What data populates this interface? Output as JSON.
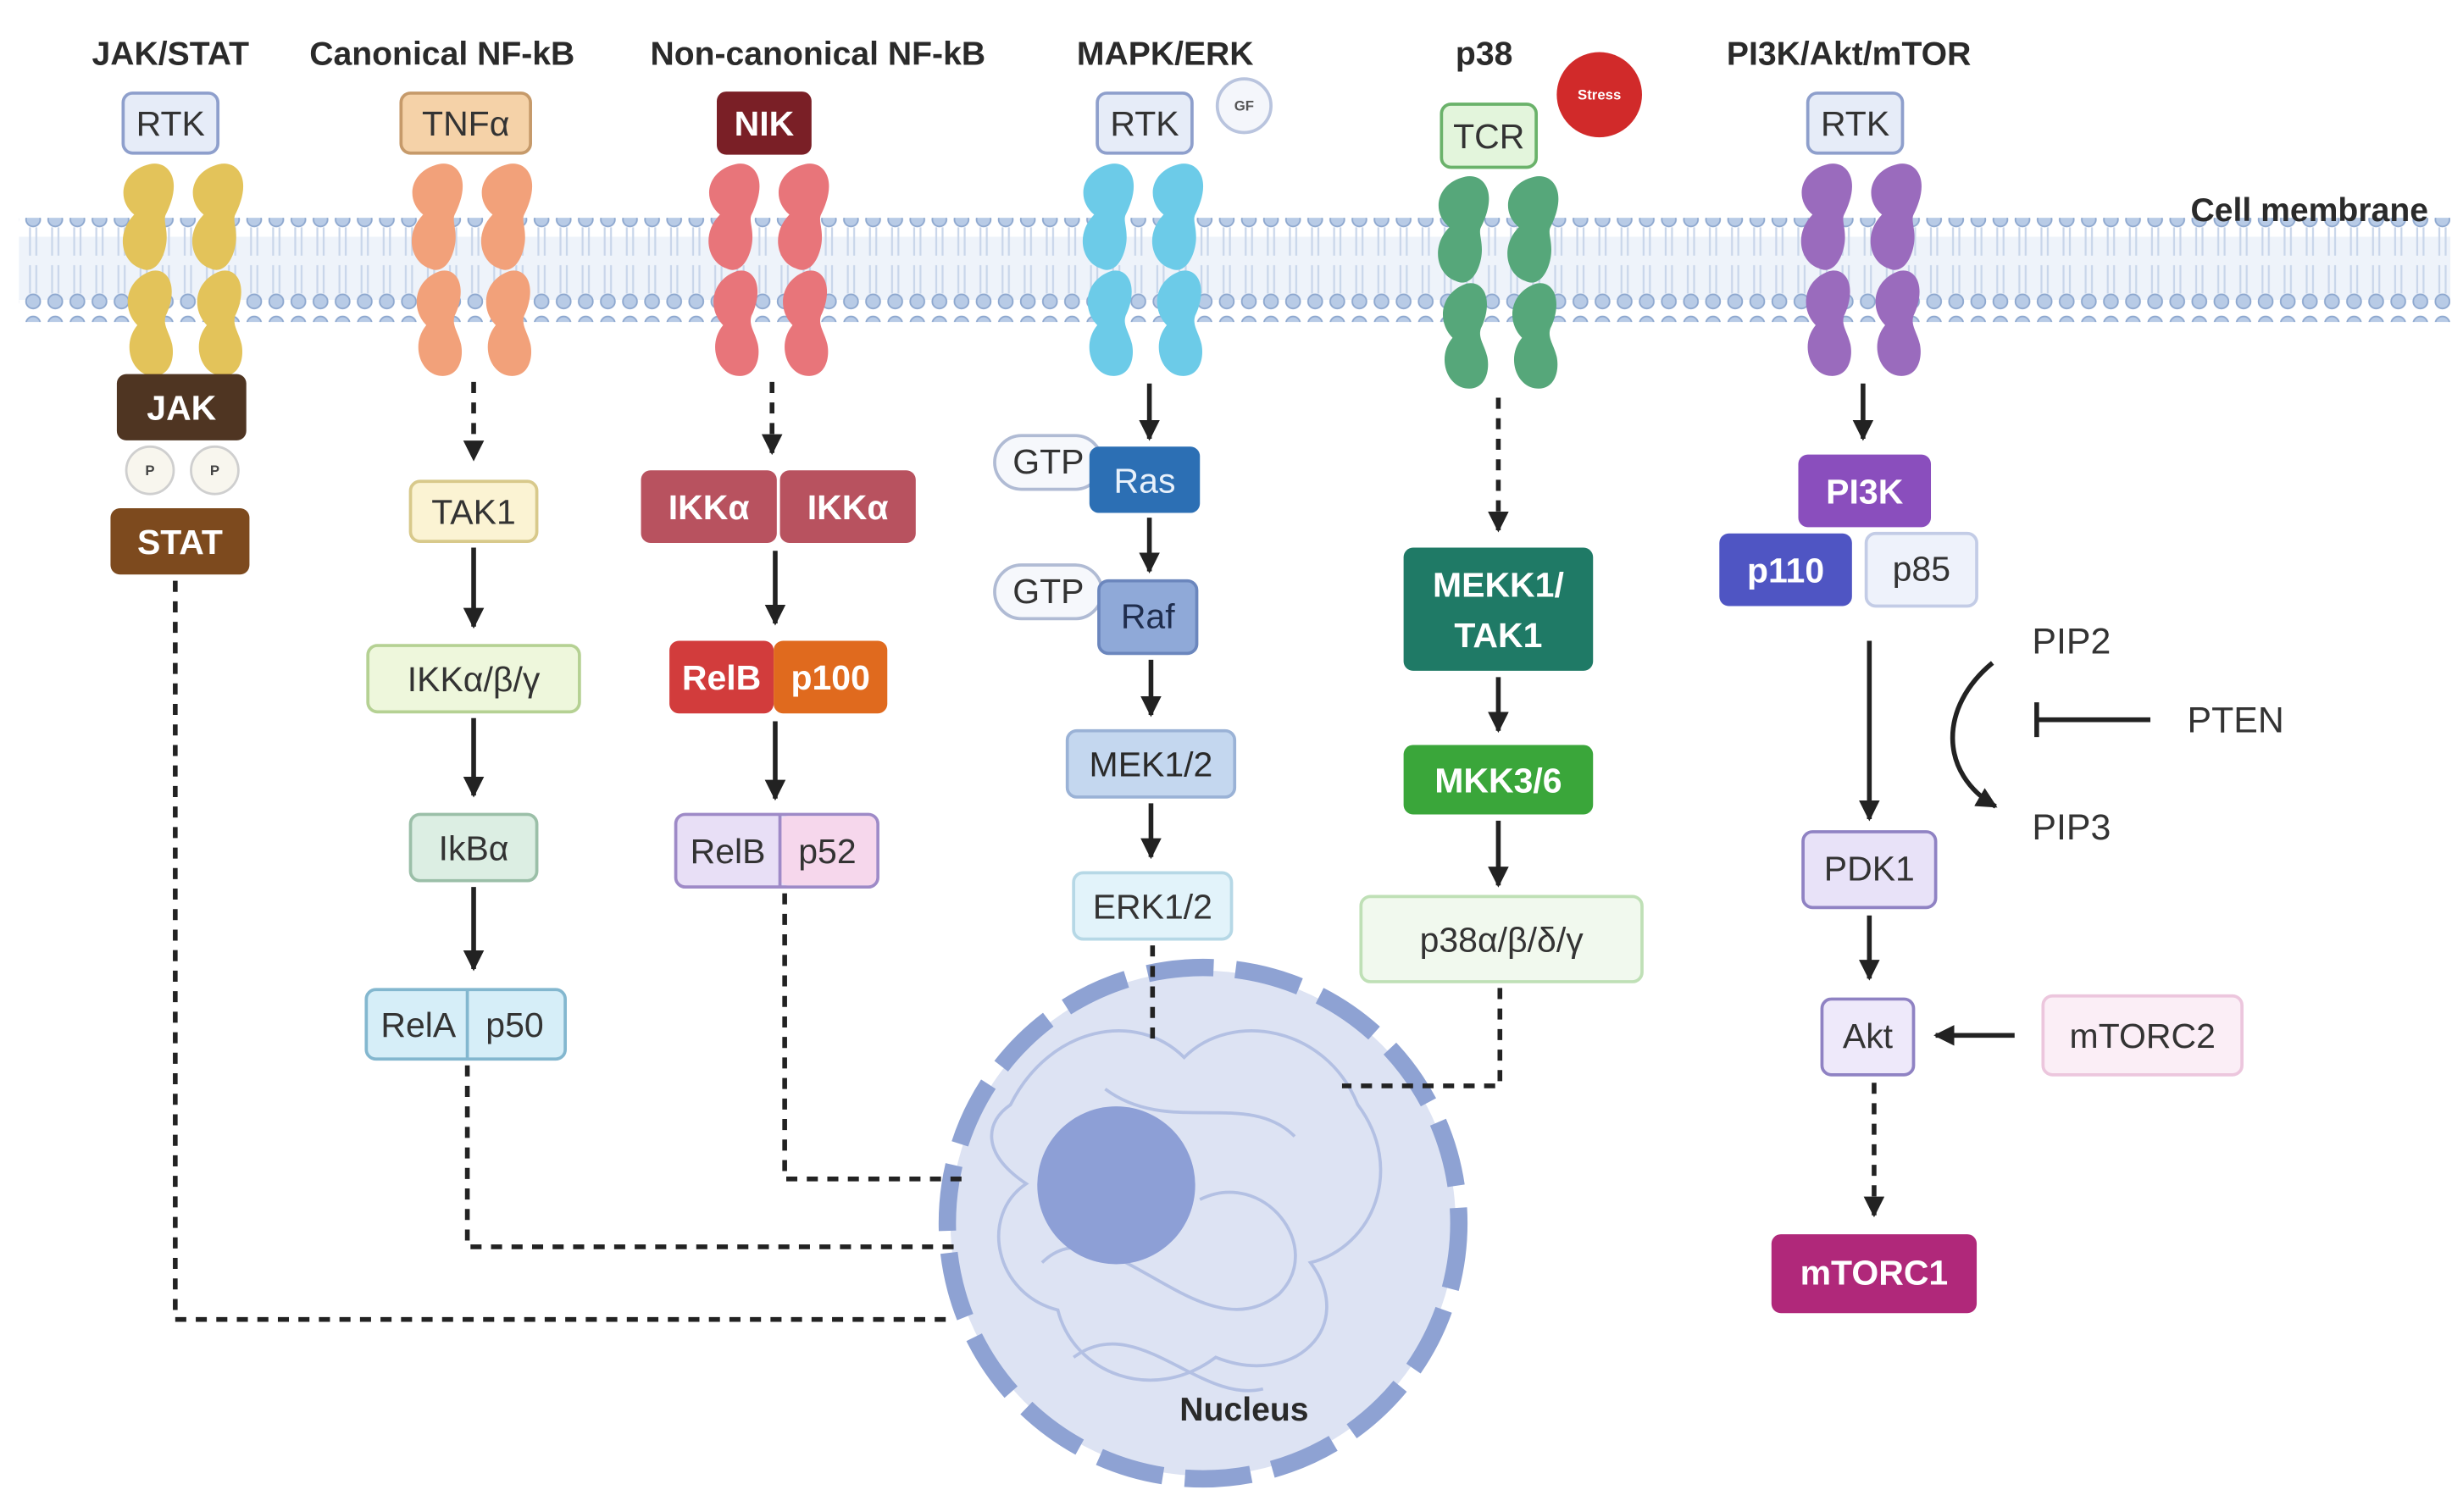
{
  "titles": {
    "jak": "JAK/STAT",
    "canonical": "Canonical NF-kB",
    "noncanonical": "Non-canonical NF-kB",
    "mapk": "MAPK/ERK",
    "p38": "p38",
    "pi3k": "PI3K/Akt/mTOR"
  },
  "membrane_label": "Cell membrane",
  "nucleus_label": "Nucleus",
  "jak_stat": {
    "receptor": "RTK",
    "jak": "JAK",
    "phospho": "P",
    "stat": "STAT"
  },
  "canonical": {
    "ligand": "TNFα",
    "tak1": "TAK1",
    "ikk": "IKKα/β/γ",
    "ikba": "IkBα",
    "rela": "RelA",
    "p50": "p50"
  },
  "noncanonical": {
    "nik": "NIK",
    "ikka1": "IKKα",
    "ikka2": "IKKα",
    "relb": "RelB",
    "p100": "p100",
    "relb2": "RelB",
    "p52": "p52"
  },
  "mapk": {
    "receptor": "RTK",
    "gf": "GF",
    "gtp1": "GTP",
    "ras": "Ras",
    "gtp2": "GTP",
    "raf": "Raf",
    "mek": "MEK1/2",
    "erk": "ERK1/2"
  },
  "p38": {
    "stress": "Stress",
    "receptor": "TCR",
    "mekk_line1": "MEKK1/",
    "mekk_line2": "TAK1",
    "mkk": "MKK3/6",
    "p38": "p38α/β/δ/γ"
  },
  "pi3k": {
    "receptor": "RTK",
    "pi3k": "PI3K",
    "p110": "p110",
    "p85": "p85",
    "pip2": "PIP2",
    "pten": "PTEN",
    "pip3": "PIP3",
    "pdk1": "PDK1",
    "akt": "Akt",
    "mtorc2": "mTORC2",
    "mtorc1": "mTORC1"
  },
  "colors": {
    "jak_receptor": "#e3c35a",
    "tnf_receptor": "#f2a17a",
    "nik_receptor": "#e8757a",
    "mapk_receptor": "#6ccbe8",
    "tcr_receptor": "#56a77a",
    "pi3k_receptor": "#9a6bbd",
    "membrane": "#a9bfdd",
    "nucleus_fill": "#dfe5f4",
    "nucleus_border": "#8ea2d3",
    "nucleolus": "#8d9fd6"
  }
}
